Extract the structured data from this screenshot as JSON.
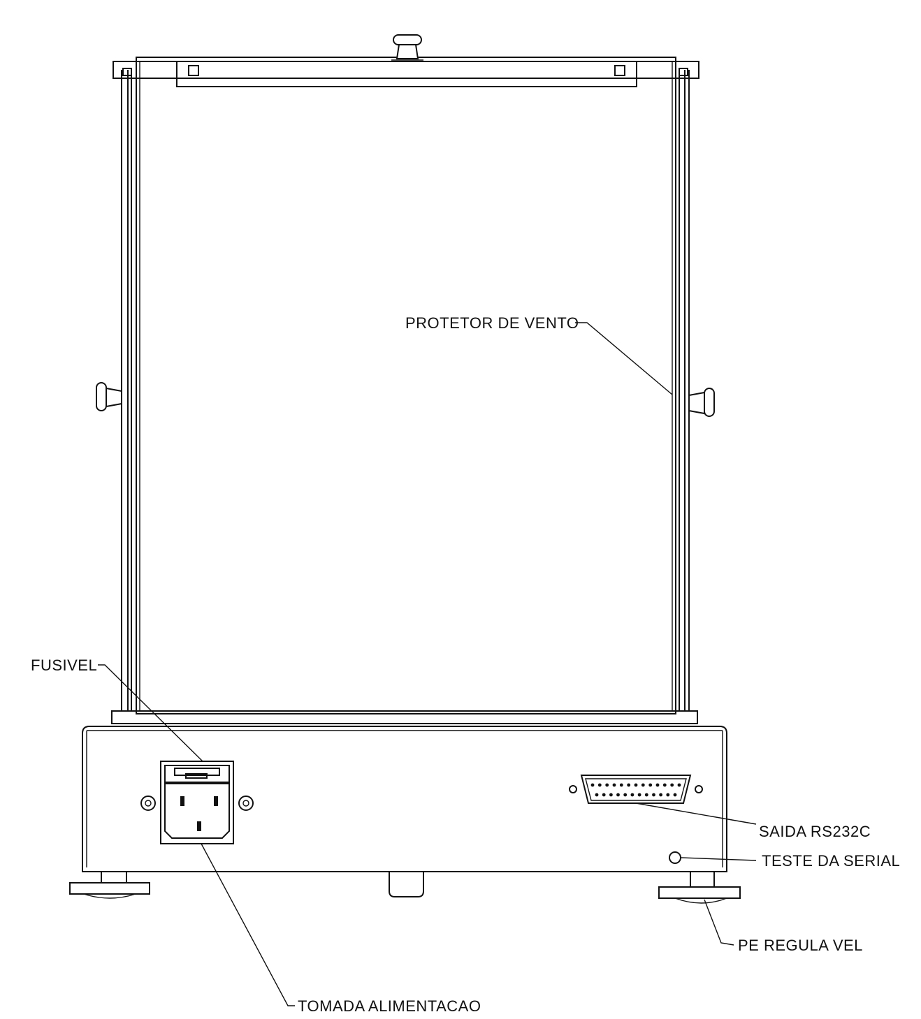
{
  "labels": {
    "protetor": "PROTETOR DE VENTO",
    "fusivel": "FUSIVEL",
    "saida": "SAIDA RS232C",
    "teste": "TESTE DA SERIAL",
    "pe": "PE REGULA VEL",
    "tomada": "TOMADA ALIMENTACAO"
  },
  "colors": {
    "line": "#111111",
    "background": "#ffffff"
  }
}
